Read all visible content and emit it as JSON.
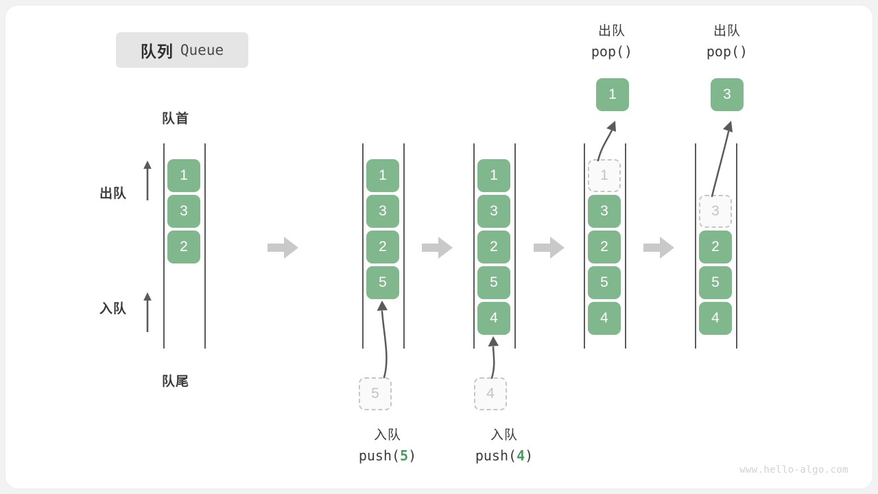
{
  "title": {
    "cn": "队列",
    "en": "Queue"
  },
  "labels": {
    "head": "队首",
    "tail": "队尾",
    "dequeue": "出队",
    "enqueue": "入队"
  },
  "watermark": "www.hello-algo.com",
  "colors": {
    "element": "#81b78d",
    "element_text": "#ffffff",
    "ghost_border": "#c6c6c6",
    "ghost_text": "#c3c3c3",
    "rail": "#5a5a5a",
    "step_arrow": "#c9c9c9",
    "code_arg": "#4c9a5d",
    "badge_bg": "#e5e5e5",
    "text": "#3b3b3b"
  },
  "columns": [
    {
      "name": "initial-queue",
      "items": [
        {
          "value": "1",
          "state": "filled"
        },
        {
          "value": "3",
          "state": "filled"
        },
        {
          "value": "2",
          "state": "filled"
        }
      ]
    },
    {
      "name": "after-push-5",
      "items": [
        {
          "value": "1",
          "state": "filled"
        },
        {
          "value": "3",
          "state": "filled"
        },
        {
          "value": "2",
          "state": "filled"
        },
        {
          "value": "5",
          "state": "filled"
        }
      ],
      "incoming": {
        "value": "5",
        "state": "ghost"
      }
    },
    {
      "name": "after-push-4",
      "items": [
        {
          "value": "1",
          "state": "filled"
        },
        {
          "value": "3",
          "state": "filled"
        },
        {
          "value": "2",
          "state": "filled"
        },
        {
          "value": "5",
          "state": "filled"
        },
        {
          "value": "4",
          "state": "filled"
        }
      ],
      "incoming": {
        "value": "4",
        "state": "ghost"
      }
    },
    {
      "name": "after-pop-1",
      "items": [
        {
          "value": "1",
          "state": "ghost"
        },
        {
          "value": "3",
          "state": "filled"
        },
        {
          "value": "2",
          "state": "filled"
        },
        {
          "value": "5",
          "state": "filled"
        },
        {
          "value": "4",
          "state": "filled"
        }
      ],
      "outgoing": {
        "value": "1",
        "state": "filled"
      }
    },
    {
      "name": "after-pop-3",
      "items": [
        {
          "value": "3",
          "state": "ghost"
        },
        {
          "value": "2",
          "state": "filled"
        },
        {
          "value": "5",
          "state": "filled"
        },
        {
          "value": "4",
          "state": "filled"
        }
      ],
      "outgoing": {
        "value": "3",
        "state": "filled"
      }
    }
  ],
  "operations": {
    "push5": {
      "cn": "入队",
      "fn": "push(",
      "arg": "5",
      "close": ")"
    },
    "push4": {
      "cn": "入队",
      "fn": "push(",
      "arg": "4",
      "close": ")"
    },
    "pop1": {
      "cn": "出队",
      "code": "pop()"
    },
    "pop2": {
      "cn": "出队",
      "code": "pop()"
    }
  }
}
